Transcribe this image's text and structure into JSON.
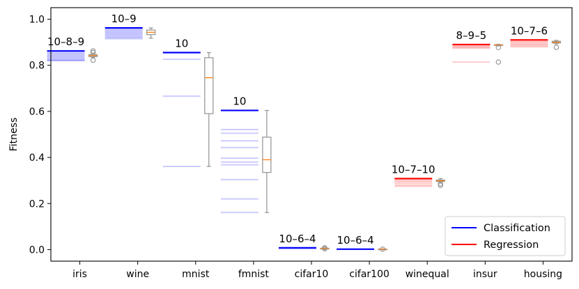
{
  "chart_data": {
    "type": "line",
    "ylabel": "Fitness",
    "xlabel": "",
    "ylim": [
      -0.05,
      1.05
    ],
    "yticks": [
      "0.0",
      "0.2",
      "0.4",
      "0.6",
      "0.8",
      "1.0"
    ],
    "categories": [
      "iris",
      "wine",
      "mnist",
      "fmnist",
      "cifar10",
      "cifar100",
      "winequal",
      "insur",
      "housing"
    ],
    "legend": {
      "placement": "lower-right",
      "entries": [
        {
          "label": "Classification",
          "color": "#0000ff"
        },
        {
          "label": "Regression",
          "color": "#ff0000"
        }
      ]
    },
    "datasets": [
      {
        "name": "iris",
        "task": "classification",
        "best_label": "10–8–9",
        "best": 0.862,
        "others": [
          0.855,
          0.85,
          0.845,
          0.84,
          0.835,
          0.83,
          0.825,
          0.822,
          0.82
        ],
        "box": {
          "whislo": 0.834,
          "q1": 0.838,
          "med": 0.842,
          "q3": 0.846,
          "whishi": 0.852,
          "fliers": [
            0.862,
            0.855,
            0.822
          ]
        }
      },
      {
        "name": "wine",
        "task": "classification",
        "best_label": "10–9",
        "best": 0.962,
        "others": [
          0.955,
          0.95,
          0.945,
          0.94,
          0.935,
          0.93,
          0.925,
          0.92,
          0.915
        ],
        "box": {
          "whislo": 0.918,
          "q1": 0.933,
          "med": 0.943,
          "q3": 0.953,
          "whishi": 0.962,
          "fliers": []
        }
      },
      {
        "name": "mnist",
        "task": "classification",
        "best_label": "10",
        "best": 0.855,
        "others": [
          0.826,
          0.666,
          0.361
        ],
        "box": {
          "whislo": 0.361,
          "q1": 0.59,
          "med": 0.746,
          "q3": 0.833,
          "whishi": 0.855,
          "fliers": []
        }
      },
      {
        "name": "fmnist",
        "task": "classification",
        "best_label": "10",
        "best": 0.604,
        "others": [
          0.521,
          0.505,
          0.472,
          0.443,
          0.397,
          0.38,
          0.368,
          0.304,
          0.22,
          0.161
        ],
        "box": {
          "whislo": 0.161,
          "q1": 0.335,
          "med": 0.39,
          "q3": 0.488,
          "whishi": 0.604,
          "fliers": []
        }
      },
      {
        "name": "cifar10",
        "task": "classification",
        "best_label": "10–6–4",
        "best": 0.008,
        "others": [
          0.006,
          0.004
        ],
        "box": {
          "whislo": 0.003,
          "q1": 0.004,
          "med": 0.005,
          "q3": 0.006,
          "whishi": 0.008,
          "fliers": [
            0.008,
            0.004
          ]
        }
      },
      {
        "name": "cifar100",
        "task": "classification",
        "best_label": "10–6–4",
        "best": 0.002,
        "others": [],
        "box": {
          "whislo": 0.001,
          "q1": 0.0015,
          "med": 0.002,
          "q3": 0.0025,
          "whishi": 0.003,
          "fliers": [
            0.002
          ]
        }
      },
      {
        "name": "winequal",
        "task": "regression",
        "best_label": "10–7–10",
        "best": 0.308,
        "others": [
          0.3,
          0.295,
          0.288,
          0.28,
          0.275
        ],
        "box": {
          "whislo": 0.292,
          "q1": 0.296,
          "med": 0.299,
          "q3": 0.302,
          "whishi": 0.308,
          "fliers": [
            0.286,
            0.279
          ]
        }
      },
      {
        "name": "insur",
        "task": "regression",
        "best_label": "8–9–5",
        "best": 0.89,
        "others": [
          0.886,
          0.882,
          0.878,
          0.874,
          0.814
        ],
        "box": {
          "whislo": 0.884,
          "q1": 0.886,
          "med": 0.888,
          "q3": 0.889,
          "whishi": 0.891,
          "fliers": [
            0.877,
            0.814
          ]
        }
      },
      {
        "name": "housing",
        "task": "regression",
        "best_label": "10–7–6",
        "best": 0.91,
        "others": [
          0.905,
          0.9,
          0.895,
          0.89,
          0.885,
          0.88
        ],
        "box": {
          "whislo": 0.893,
          "q1": 0.897,
          "med": 0.9,
          "q3": 0.904,
          "whishi": 0.908,
          "fliers": [
            0.878
          ]
        }
      }
    ],
    "colors": {
      "axis": "#000000",
      "box": "#999999",
      "median": "#ff7f0e",
      "flier": "#999999"
    },
    "grid": false
  }
}
